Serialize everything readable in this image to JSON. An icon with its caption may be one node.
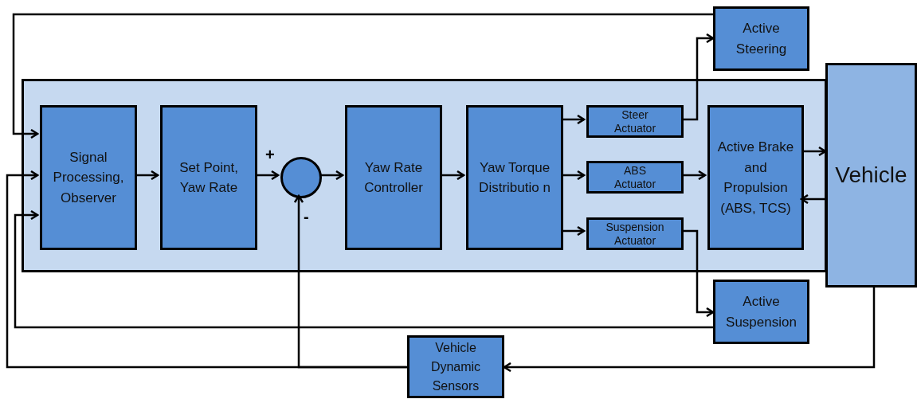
{
  "diagram": {
    "nodes": [
      {
        "text": [],
        "shape": "box"
      },
      {
        "text": [
          "Signal Processing, Observer"
        ],
        "in": 0
      },
      {
        "text": [
          "Set Point, Yaw Rate"
        ],
        "in": 0
      },
      {
        "text": [],
        "shape": "circle",
        "in": 0
      },
      {
        "text": [
          "Yaw Rate Controller"
        ],
        "in": 0
      },
      {
        "text": [
          "Yaw Torque Distributio n"
        ],
        "in": 0
      },
      {
        "text": [
          "Steer Actuator"
        ],
        "in": 0
      },
      {
        "text": [
          "ABS Actuator"
        ],
        "in": 0
      },
      {
        "text": [
          "Suspension Actuator"
        ],
        "in": 0
      },
      {
        "text": [
          "Active Brake and Propulsion (ABS, TCS)"
        ],
        "in": 0
      },
      {
        "text": [
          "Active Steering"
        ]
      },
      {
        "text": [
          "Vehicle"
        ]
      },
      {
        "text": [
          "Active Suspension"
        ]
      },
      {
        "text": [
          "Vehicle Dynamic Sensors"
        ]
      }
    ],
    "edges": [
      {
        "from": 1,
        "to": 2,
        "arrow": "to"
      },
      {
        "from": 2,
        "to": 3,
        "arrow": "to"
      },
      {
        "from": 3,
        "to": 4,
        "arrow": "to"
      },
      {
        "from": 4,
        "to": 5,
        "arrow": "to"
      },
      {
        "from": 5,
        "to": 6,
        "arrow": "to"
      },
      {
        "from": 5,
        "to": 7,
        "arrow": "to"
      },
      {
        "from": 5,
        "to": 8,
        "arrow": "to"
      },
      {
        "from": 7,
        "to": 9,
        "arrow": "to"
      },
      {
        "from": 9,
        "to": 11,
        "arrow": "to"
      },
      {
        "from": 11,
        "to": 9,
        "arrow": "to"
      },
      {
        "from": 6,
        "to": 10,
        "arrow": "to"
      },
      {
        "from": 8,
        "to": 12,
        "arrow": "to"
      },
      {
        "from": 10,
        "to": 1,
        "arrow": "to"
      },
      {
        "from": 12,
        "to": 1,
        "arrow": "to"
      },
      {
        "from": 11,
        "to": 13,
        "arrow": "to"
      },
      {
        "from": 13,
        "to": 3,
        "arrow": "to"
      },
      {
        "from": 13,
        "to": 1,
        "arrow": "to"
      }
    ],
    "labels": [
      "+",
      "-"
    ]
  }
}
